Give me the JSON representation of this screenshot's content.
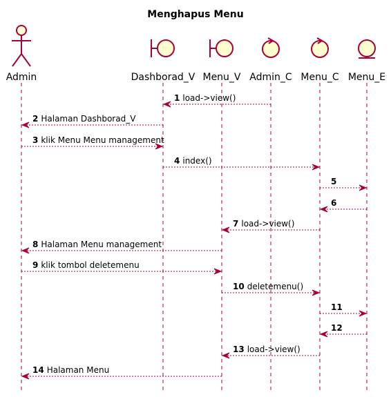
{
  "diagram": {
    "title": "Menghapus Menu",
    "participants": [
      {
        "id": "admin",
        "name": "Admin",
        "kind": "actor"
      },
      {
        "id": "dash",
        "name": "Dashborad_V",
        "kind": "boundary"
      },
      {
        "id": "menuv",
        "name": "Menu_V",
        "kind": "boundary"
      },
      {
        "id": "adminc",
        "name": "Admin_C",
        "kind": "control"
      },
      {
        "id": "menuc",
        "name": "Menu_C",
        "kind": "control"
      },
      {
        "id": "menue",
        "name": "Menu_E",
        "kind": "entity"
      }
    ],
    "messages": [
      {
        "num": "1",
        "text": "load->view()",
        "from": "adminc",
        "to": "dash"
      },
      {
        "num": "2",
        "text": "Halaman Dashborad_V",
        "from": "dash",
        "to": "admin"
      },
      {
        "num": "3",
        "text": "klik Menu Menu management",
        "from": "admin",
        "to": "dash"
      },
      {
        "num": "4",
        "text": "index()",
        "from": "dash",
        "to": "menuc"
      },
      {
        "num": "5",
        "text": "",
        "from": "menuc",
        "to": "menue"
      },
      {
        "num": "6",
        "text": "",
        "from": "menue",
        "to": "menuc"
      },
      {
        "num": "7",
        "text": "load->view()",
        "from": "menuc",
        "to": "menuv"
      },
      {
        "num": "8",
        "text": "Halaman Menu management",
        "from": "menuv",
        "to": "admin"
      },
      {
        "num": "9",
        "text": "klik tombol deletemenu",
        "from": "admin",
        "to": "menuv"
      },
      {
        "num": "10",
        "text": "deletemenu()",
        "from": "menuv",
        "to": "menuc"
      },
      {
        "num": "11",
        "text": "",
        "from": "menuc",
        "to": "menue"
      },
      {
        "num": "12",
        "text": "",
        "from": "menue",
        "to": "menuc"
      },
      {
        "num": "13",
        "text": "load->view()",
        "from": "menuc",
        "to": "menuv"
      },
      {
        "num": "14",
        "text": "Halaman Menu",
        "from": "menuv",
        "to": "admin"
      }
    ]
  }
}
